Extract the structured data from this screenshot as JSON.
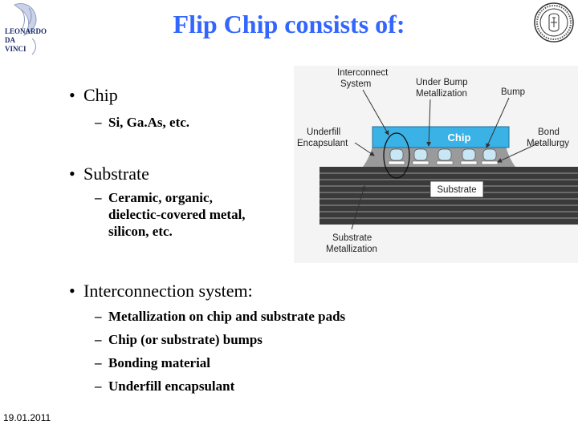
{
  "title": "Flip Chip consists of:",
  "logo_left": {
    "lines": [
      "LEONARDO",
      "DA",
      "VINCI"
    ],
    "icon": "leonardo-logo"
  },
  "logo_right": {
    "icon": "university-seal"
  },
  "bullets": {
    "chip": {
      "label": "Chip",
      "sub": [
        "Si, Ga.As, etc."
      ]
    },
    "substrate": {
      "label": "Substrate",
      "sub_lines": [
        "Ceramic, organic,",
        "dielectic-covered metal,",
        "silicon, etc."
      ]
    },
    "interconnect": {
      "label": "Interconnection system:",
      "sub": [
        "Metallization on chip and substrate pads",
        "Chip (or substrate) bumps",
        "Bonding material",
        "Underfill encapsulant"
      ]
    }
  },
  "diagram": {
    "labels": {
      "interconnect_1": "Interconnect",
      "interconnect_2": "System",
      "ubm_1": "Under Bump",
      "ubm_2": "Metallization",
      "bump": "Bump",
      "underfill_1": "Underfill",
      "underfill_2": "Encapsulant",
      "bond_1": "Bond",
      "bond_2": "Metallurgy",
      "chip": "Chip",
      "substrate": "Substrate",
      "submet_1": "Substrate",
      "submet_2": "Metallization"
    },
    "colors": {
      "chip": "#3bb2e6",
      "substrate_dark": "#3a3a3a",
      "underfill": "#9a9a9a",
      "bump": "#c8e6f4"
    }
  },
  "footer": {
    "date": "19.01.2011"
  }
}
